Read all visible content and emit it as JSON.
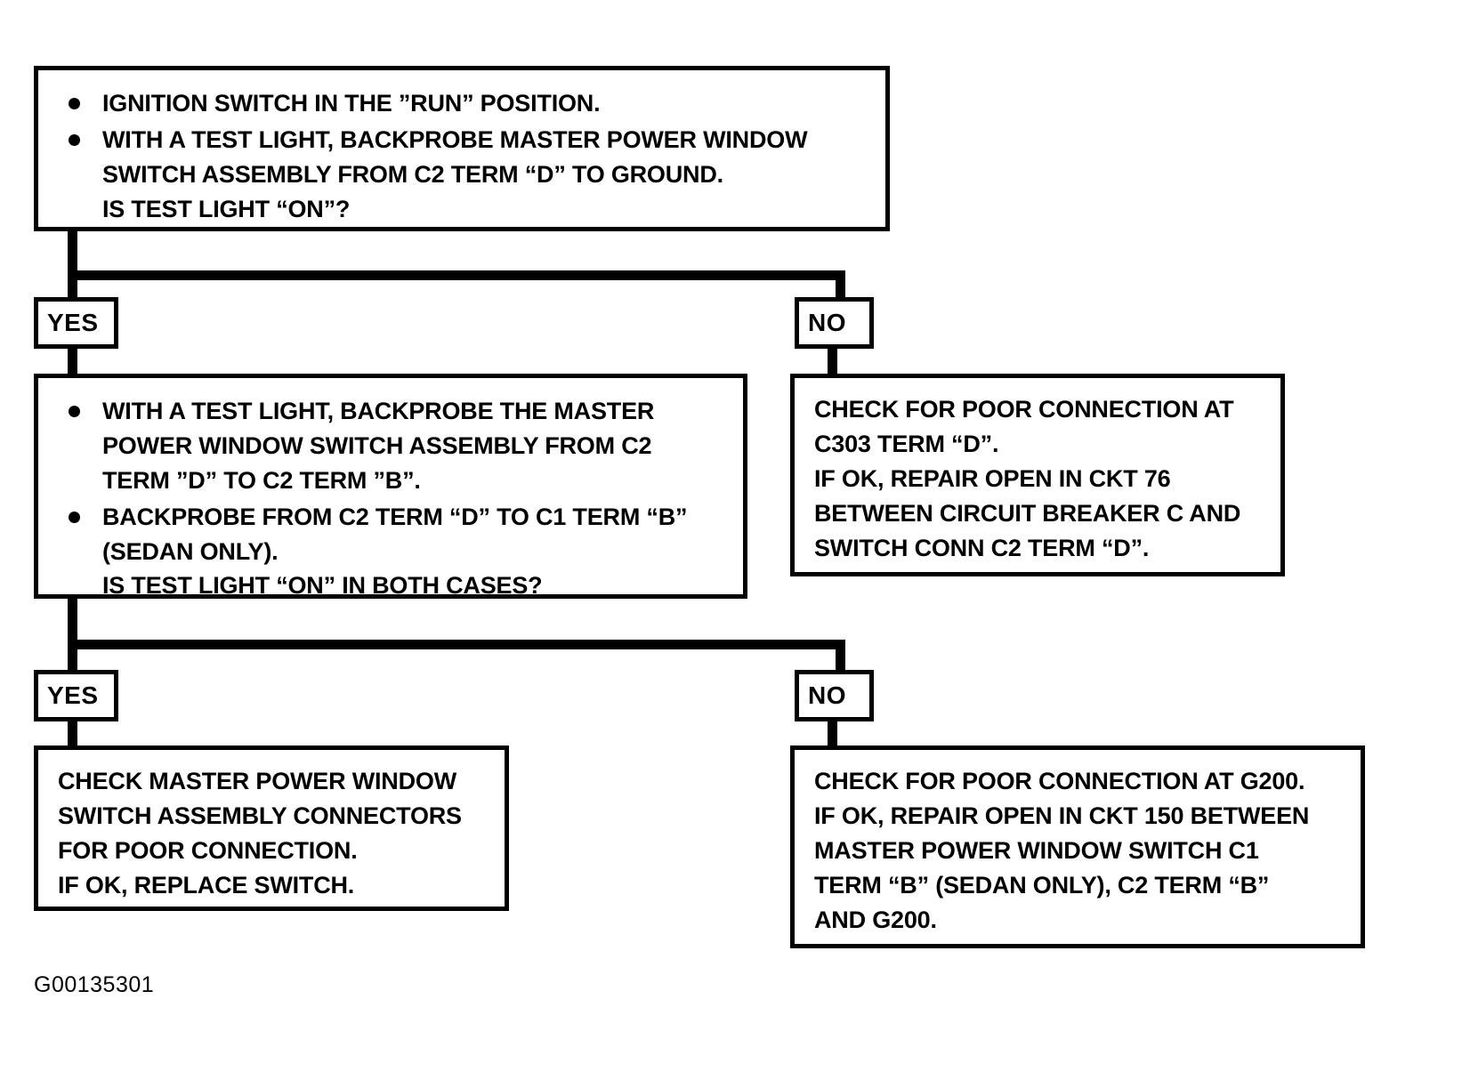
{
  "diagram": {
    "figure_id": "G00135301",
    "ink_color": "#000000",
    "background_color": "#ffffff"
  },
  "step1": {
    "name": "ignition-run-test-light-question",
    "bullets": [
      {
        "lines": [
          "IGNITION SWITCH IN THE ”RUN” POSITION."
        ]
      },
      {
        "lines": [
          "WITH A TEST LIGHT, BACKPROBE MASTER POWER WINDOW",
          "SWITCH ASSEMBLY FROM C2 TERM “D” TO GROUND.",
          "IS TEST LIGHT “ON”?"
        ]
      }
    ]
  },
  "branch1": {
    "yes_label": "YES",
    "no_label": "NO"
  },
  "step2": {
    "name": "backprobe-c2-d-to-b-question",
    "bullets": [
      {
        "lines": [
          "WITH A TEST LIGHT, BACKPROBE THE MASTER",
          "POWER WINDOW SWITCH ASSEMBLY FROM C2",
          "TERM ”D” TO C2 TERM ”B”."
        ]
      },
      {
        "lines": [
          "BACKPROBE FROM C2 TERM “D” TO C1 TERM “B”",
          "(SEDAN ONLY).",
          "IS TEST LIGHT “ON” IN BOTH CASES?"
        ]
      }
    ]
  },
  "branch2": {
    "yes_label": "YES",
    "no_label": "NO"
  },
  "result_no_1": {
    "name": "check-c303-repair-ckt76",
    "lines": [
      "CHECK FOR POOR CONNECTION AT",
      "C303 TERM “D”.",
      "IF OK, REPAIR OPEN IN CKT 76",
      "BETWEEN CIRCUIT BREAKER C AND",
      "SWITCH CONN C2 TERM “D”."
    ]
  },
  "result_yes_final": {
    "name": "check-switch-connectors-replace-switch",
    "lines": [
      "CHECK MASTER POWER WINDOW",
      "SWITCH ASSEMBLY CONNECTORS",
      "FOR POOR CONNECTION.",
      "IF OK, REPLACE SWITCH."
    ]
  },
  "result_no_2": {
    "name": "check-g200-repair-ckt150",
    "lines": [
      "CHECK FOR POOR CONNECTION AT G200.",
      "IF OK, REPAIR OPEN IN CKT 150 BETWEEN",
      "MASTER POWER WINDOW SWITCH C1",
      "TERM “B” (SEDAN ONLY), C2 TERM “B”",
      "AND G200."
    ]
  }
}
